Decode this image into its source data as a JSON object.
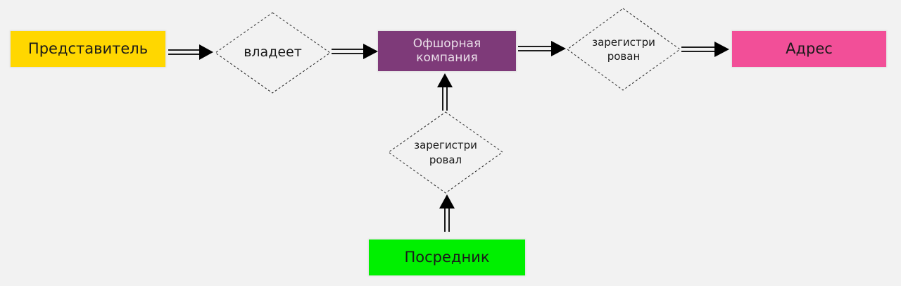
{
  "diagram": {
    "nodes": {
      "representative": {
        "label": "Представитель",
        "color": "#ffd700"
      },
      "offshore_company": {
        "label": "Офшорная\nкомпания",
        "color": "#7e3a79"
      },
      "address": {
        "label": "Адрес",
        "color": "#f24f98"
      },
      "intermediary": {
        "label": "Посредник",
        "color": "#00f000"
      }
    },
    "relations": {
      "owns": {
        "label": "владеет",
        "from": "representative",
        "to": "offshore_company"
      },
      "registered_at": {
        "label": "зарегистри\nрован",
        "from": "offshore_company",
        "to": "address"
      },
      "registered_by": {
        "label": "зарегистри\nровал",
        "from": "intermediary",
        "to": "offshore_company"
      }
    }
  }
}
